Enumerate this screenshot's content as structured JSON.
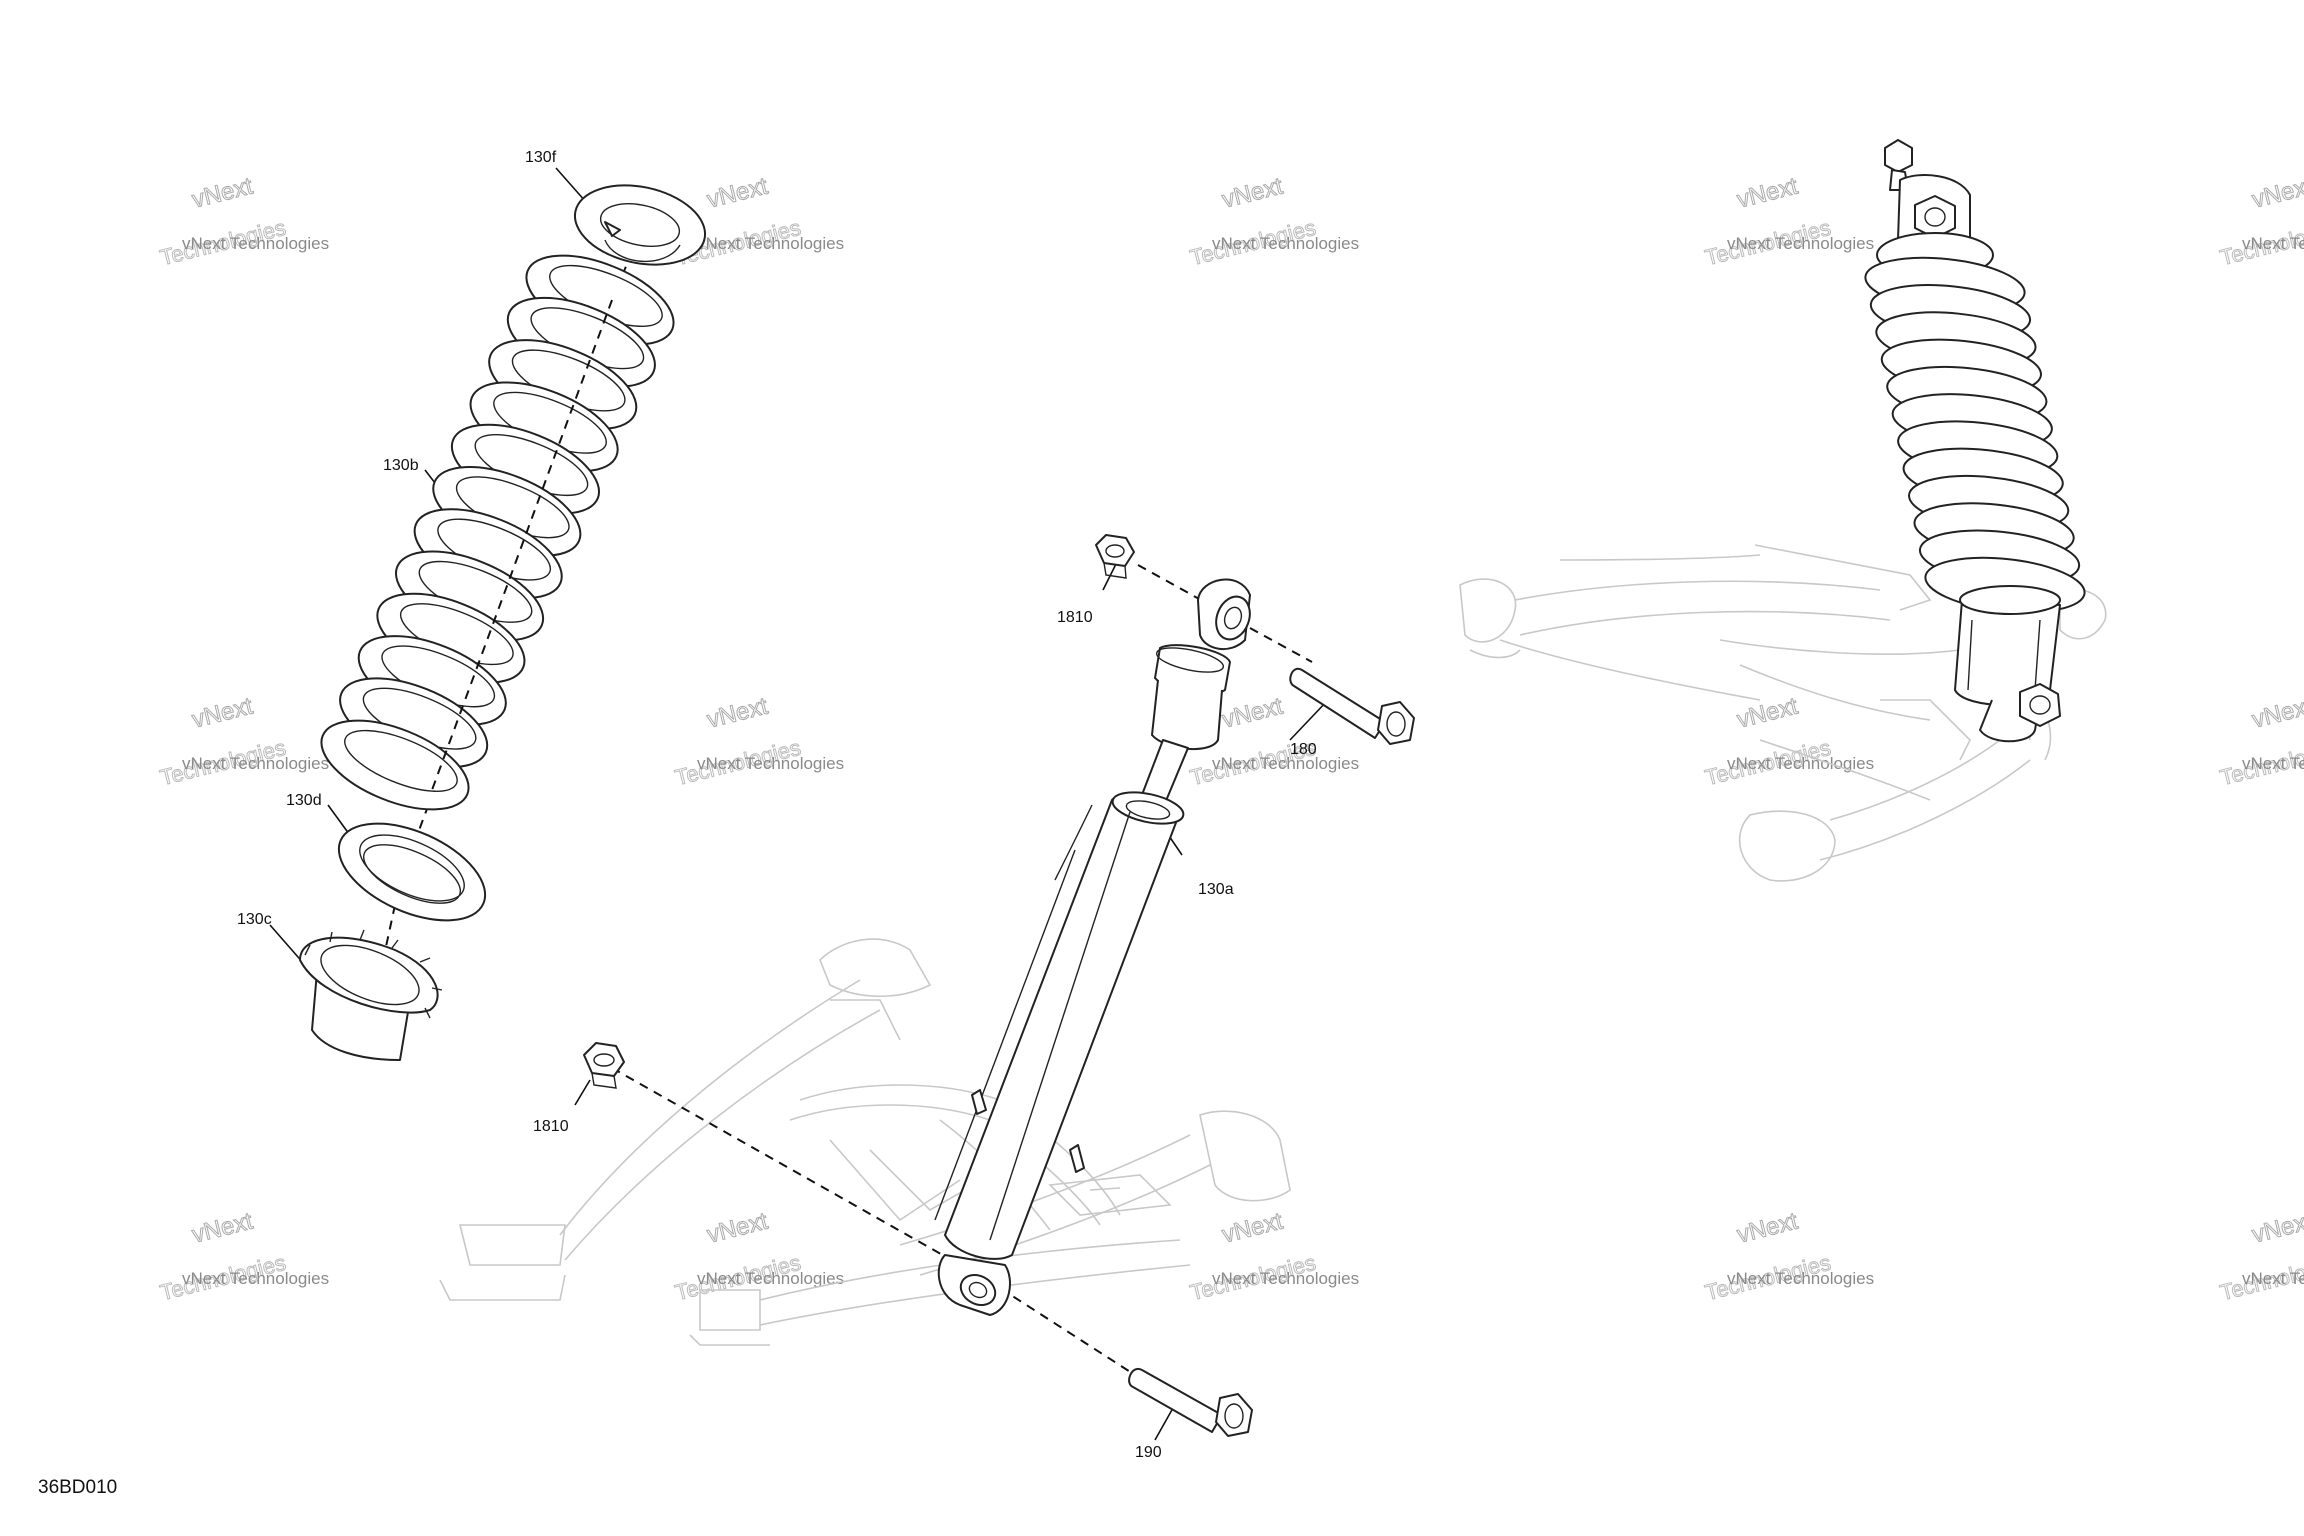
{
  "drawing_code": "36BD010",
  "watermark": {
    "company": "vNext Technologies",
    "line_a": "vNext",
    "line_b": "Technologies"
  },
  "callouts": {
    "p130f": "130f",
    "p130b": "130b",
    "p130d": "130d",
    "p130c": "130c",
    "p130a": "130a",
    "p1810_top": "1810",
    "p1810_bottom": "1810",
    "p180": "180",
    "p190": "190"
  }
}
